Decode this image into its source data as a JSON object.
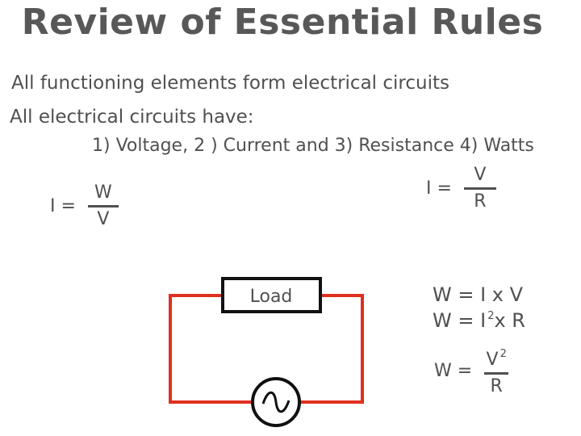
{
  "title": "Review of Essential Rules",
  "lines": {
    "elements": "All functioning elements form electrical circuits",
    "circuits_have": "All electrical circuits have:",
    "list": "1) Voltage, 2 ) Current and 3) Resistance  4) Watts"
  },
  "formulas": {
    "i_w_v": {
      "lhs": "I  =",
      "num": "W",
      "den": "V"
    },
    "i_v_r": {
      "lhs": "I  =",
      "num": "V",
      "den": "R"
    },
    "w_i_v": "W = I  x V",
    "w_i2_r": {
      "before": "W = I",
      "sup": "2",
      "after": "x R"
    },
    "w_v2_r": {
      "lhs": "W =",
      "num": "V",
      "sup": "2",
      "den": "R"
    }
  },
  "circuit": {
    "load_label": "Load",
    "source_symbol": "∿",
    "wire_color": "#e03020",
    "outline_color": "#111111"
  }
}
